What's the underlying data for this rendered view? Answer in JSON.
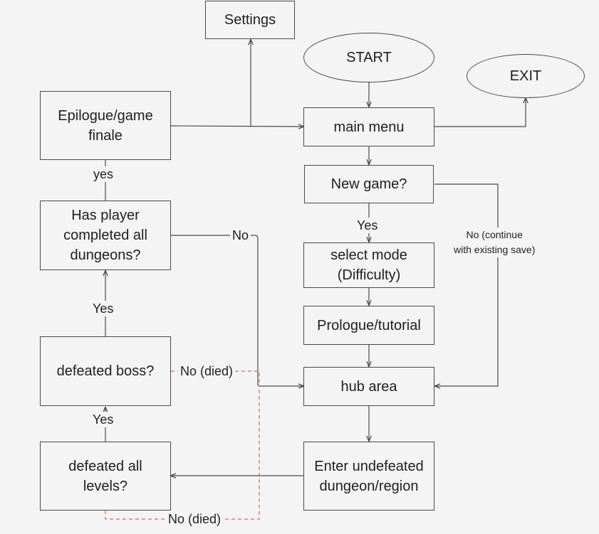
{
  "nodes": {
    "settings": "Settings",
    "start": "START",
    "exit": "EXIT",
    "main_menu": "main menu",
    "epilogue": "Epilogue/game\nfinale",
    "new_game": "New game?",
    "has_completed": "Has player\ncompleted all\ndungeons?",
    "select_mode": "select mode\n(Difficulty)",
    "prologue": "Prologue/tutorial",
    "defeated_boss": "defeated boss?",
    "hub_area": "hub area",
    "defeated_levels": "defeated all\nlevels?",
    "enter_dungeon": "Enter undefeated\ndungeon/region"
  },
  "labels": {
    "yes_epilogue": "yes",
    "no_completed": "No",
    "yes_new_game": "Yes",
    "no_continue": "No (continue\nwith existing save)",
    "yes_completed": "Yes",
    "no_died_boss": "No (died)",
    "yes_boss": "Yes",
    "no_died_levels": "No (died)"
  },
  "colors": {
    "background": "#f4f4f4",
    "line": "#4a4a4a",
    "died_path": "#e0664a"
  }
}
